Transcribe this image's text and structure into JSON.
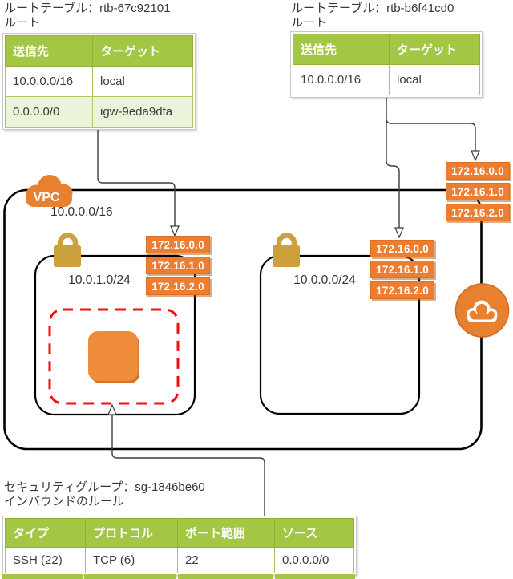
{
  "route_table_left": {
    "title": "ルートテーブル：rtb-67c92101",
    "subtitle": "ルート",
    "headers": [
      "送信先",
      "ターゲット"
    ],
    "rows": [
      [
        "10.0.0.0/16",
        "local"
      ],
      [
        "0.0.0.0/0",
        "igw-9eda9dfa"
      ]
    ]
  },
  "route_table_right": {
    "title": "ルートテーブル：rtb-b6f41cd0",
    "subtitle": "ルート",
    "headers": [
      "送信先",
      "ターゲット"
    ],
    "rows": [
      [
        "10.0.0.0/16",
        "local"
      ]
    ]
  },
  "security_group": {
    "title": "セキュリティグループ：sg-1846be60",
    "subtitle": "インバウンドのルール",
    "headers": [
      "タイプ",
      "プロトコル",
      "ポート範囲",
      "ソース"
    ],
    "rows": [
      [
        "SSH (22)",
        "TCP (6)",
        "22",
        "0.0.0.0/0"
      ]
    ]
  },
  "vpc": {
    "label": "VPC",
    "cidr": "10.0.0.0/16"
  },
  "subnets": {
    "left": {
      "cidr": "10.0.1.0/24"
    },
    "right": {
      "cidr": "10.0.0.0/24"
    }
  },
  "ip_labels": [
    "172.16.0.0",
    "172.16.1.0",
    "172.16.2.0"
  ],
  "colors": {
    "table_header_green": "#A3C644",
    "table_alt_row_green": "#EBF3DA",
    "label_orange": "#ED7D31",
    "icon_orange": "#E8812F",
    "lock_gold": "#CCA03A",
    "security_group_red": "#F01010",
    "line_black": "#3C3C3C"
  }
}
